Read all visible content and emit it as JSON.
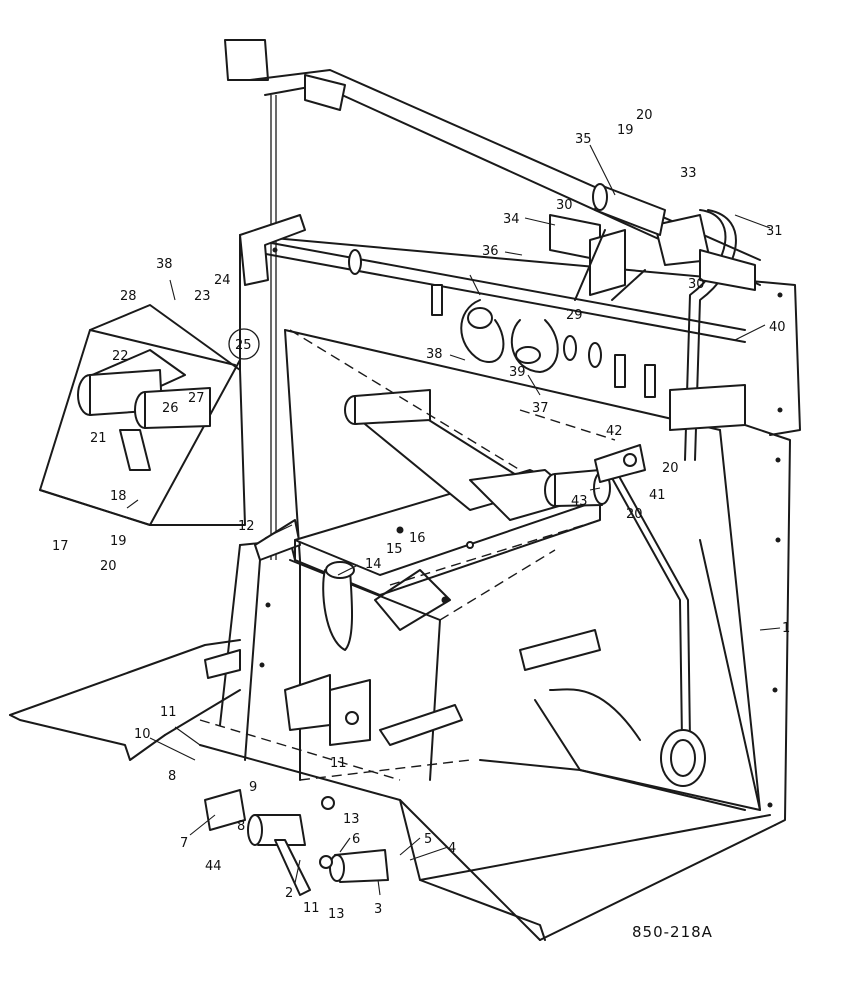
{
  "drawing_id": "850-218A",
  "callouts": [
    "1",
    "2",
    "3",
    "4",
    "5",
    "6",
    "7",
    "8",
    "8",
    "9",
    "10",
    "11",
    "11",
    "11",
    "12",
    "13",
    "13",
    "14",
    "15",
    "16",
    "17",
    "18",
    "19",
    "19",
    "20",
    "20",
    "20",
    "20",
    "21",
    "22",
    "23",
    "24",
    "25",
    "26",
    "27",
    "28",
    "29",
    "30",
    "30",
    "31",
    "33",
    "34",
    "35",
    "36",
    "37",
    "38",
    "38",
    "39",
    "40",
    "41",
    "42",
    "43",
    "44"
  ]
}
